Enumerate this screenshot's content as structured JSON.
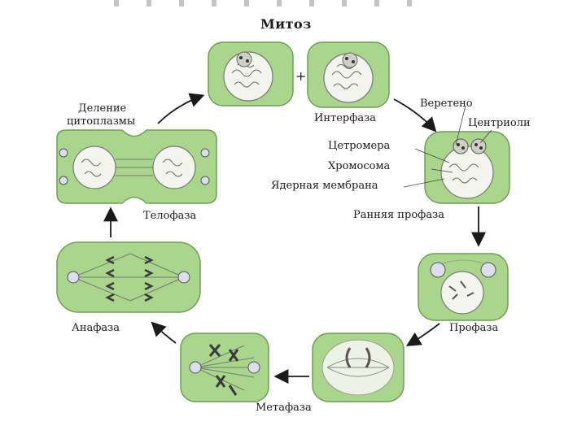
{
  "title": "Митоз",
  "plus": "+",
  "stages": {
    "interphase": "Интерфаза",
    "early_prophase": "Ранняя профаза",
    "prophase": "Профаза",
    "metaphase": "Метафаза",
    "anaphase": "Анафаза",
    "telophase": "Телофаза",
    "cytokinesis_line1": "Деление",
    "cytokinesis_line2": "цитоплазмы"
  },
  "structures": {
    "spindle": "Веретено",
    "centrioles": "Центриоли",
    "centromere": "Цетромера",
    "chromosome": "Хромосома",
    "nuclear_membrane": "Ядерная мембрана"
  },
  "colors": {
    "cell_fill": "#a9d68a",
    "cell_border": "#6e9e58",
    "nucleus_fill": "#f4f4ee",
    "chromatin": "#555555",
    "arrow": "#1a1a1a"
  }
}
